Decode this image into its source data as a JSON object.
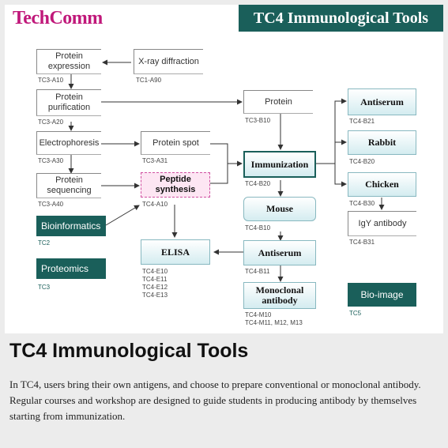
{
  "brand": "TechComm",
  "banner": "TC4 Immunological Tools",
  "nodes": {
    "protein_expression": "Protein expression",
    "xray": "X-ray diffraction",
    "protein_purification": "Protein purification",
    "protein": "Protein",
    "electrophoresis": "Electrophoresis",
    "protein_spot": "Protein spot",
    "protein_sequencing": "Protein sequencing",
    "peptide_synthesis": "Peptide synthesis",
    "bioinformatics": "Bioinformatics",
    "proteomics": "Proteomics",
    "immunization": "Immunization",
    "mouse": "Mouse",
    "antiserum_right": "Antiserum",
    "rabbit": "Rabbit",
    "chicken": "Chicken",
    "igy": "IgY antibody",
    "elisa": "ELISA",
    "antiserum_mid": "Antiserum",
    "monoclonal": "Monoclonal antibody",
    "bioimage": "Bio-image"
  },
  "labels": {
    "protein_expression": "TC3-A10",
    "xray": "TC1-A90",
    "protein_purification": "TC3-A20",
    "protein": "TC3-B10",
    "antiserum_right": "TC4-B21",
    "electrophoresis": "TC3-A30",
    "protein_spot": "TC3-A31",
    "rabbit": "TC4-B20",
    "immunization": "TC4-B20",
    "protein_sequencing": "TC3-A40",
    "peptide_synthesis": "TC4-A10",
    "chicken": "TC4-B30",
    "bioinformatics": "TC2",
    "mouse": "TC4-B10",
    "igy": "TC4-B31",
    "proteomics": "TC3",
    "elisa": [
      "TC4-E10",
      "TC4-E11",
      "TC4-E12",
      "TC4-E13"
    ],
    "antiserum_mid": "TC4-B11",
    "monoclonal": [
      "TC4-M10",
      "TC4-M11, M12, M13"
    ],
    "bioimage": "TC5"
  },
  "caption": {
    "title": "TC4 Immunological Tools",
    "text": "In TC4, users bring their own antigens, and choose to prepare conventional or monoclonal antibody. Regular courses and workshop are designed to guide students in producing antibody by themselves starting from immunization."
  }
}
